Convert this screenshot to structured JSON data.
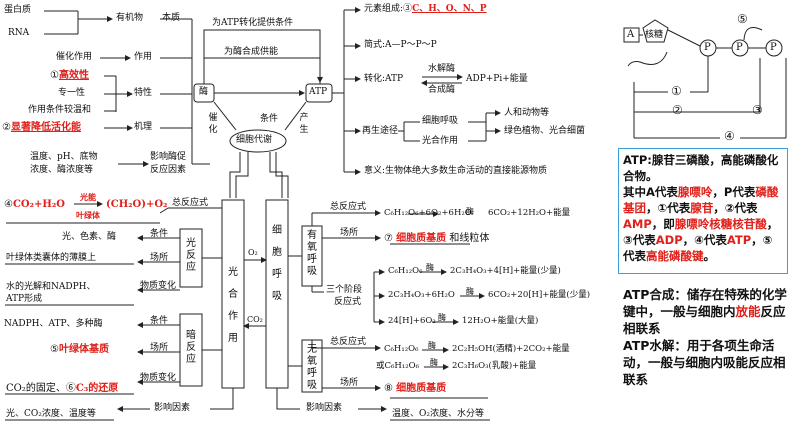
{
  "enzyme": {
    "protein": "蛋白质",
    "rna": "RNA",
    "organic": "有机物",
    "essence": "本质",
    "catalysis": "催化作用",
    "function": "作用",
    "efficient": "高效性",
    "specific": "专一性",
    "mild": "作用条件较温和",
    "feature": "特性",
    "lower_energy": "显著降低活化能",
    "mechanism": "机理",
    "factors1": "温度、pH、底物",
    "factors2": "浓度、酶浓度等",
    "affect1": "影响酶促",
    "affect2": "反应因素",
    "node": "酶",
    "num1": "①",
    "num2": "②"
  },
  "center": {
    "provide_cond": "为ATP转化提供条件",
    "supply_energy": "为酶合成供能",
    "catalyze": "催化",
    "produce": "产生",
    "condition": "条件",
    "metabolism": "细胞代谢"
  },
  "atp": {
    "node": "ATP",
    "elements_label": "元素组成:",
    "elements_num": "③",
    "elements": "C、H、O、N、P",
    "formula_label": "简式:",
    "formula": "A—P～P～P",
    "convert_label": "转化:",
    "convert_left": "ATP",
    "enzyme_hydrolase": "水解酶",
    "enzyme_synthase": "合成酶",
    "convert_right": "ADP+Pi+能量",
    "regen_label": "再生途径",
    "resp": "细胞呼吸",
    "photo": "光合作用",
    "animals": "人和动物等",
    "plants": "绿色植物、光合细菌",
    "meaning": "意义:生物体绝大多数生命活动的直接能源物质"
  },
  "photosynthesis": {
    "total_num": "④",
    "total_eq": "CO₂+H₂O",
    "total_arrow_top": "光能",
    "total_arrow_bottom": "叶绿体",
    "total_product": "(CH₂O)+O₂",
    "total_label": "总反应式",
    "light_cond": "光、色素、酶",
    "cond": "条件",
    "place": "场所",
    "thylakoid": "叶绿体类囊体的薄膜上",
    "water": "水的光解和NADPH、",
    "atp_form": "ATP形成",
    "matter_change": "物质变化",
    "dark_cond": "NADPH、ATP、多种酶",
    "stroma_num": "⑤",
    "stroma": "叶绿体基质",
    "co2_fix": "CO₂的固定、",
    "c3_num": "⑥",
    "c3": "C₃的还原",
    "factors": "光、CO₂浓度、温度等",
    "affect": "影响因素",
    "light_rx": "光反应",
    "dark_rx": "暗反应",
    "main": "光合作用",
    "o2": "O₂",
    "co2": "CO₂"
  },
  "respiration": {
    "main": "细胞呼吸",
    "aerobic": "有氧呼吸",
    "anaerobic": "无氧呼吸",
    "total_label": "总反应式",
    "aerobic_eq": "C₆H₁₂O₆+6O₂+6H₂O",
    "enzyme": "酶",
    "aerobic_prod": "6CO₂+12H₂O+能量",
    "place": "场所",
    "aer_place_num": "⑦",
    "aer_place": "细胞质基质",
    "aer_place_tail": "和线粒体",
    "three_stage": "三个阶段",
    "rx_eq": "反应式",
    "s1_left": "C₆H₁₂O₆",
    "s1_right": "2C₃H₄O₃+4[H]+能量(少量)",
    "s2_left": "2C₃H₄O₃+6H₂O",
    "s2_right": "6CO₂+20[H]+能量(少量)",
    "s3_left": "24[H]+6O₂",
    "s3_right": "12H₂O+能量(大量)",
    "an_left": "C₆H₁₂O₆",
    "an_right1": "2C₂H₅OH(酒精)+2CO₂+能量",
    "an_or": "或C₆H₁₂O₆",
    "an_right2": "2C₃H₆O₃(乳酸)+能量",
    "an_place_num": "⑧",
    "an_place": "细胞质基质",
    "affect": "影响因素",
    "factors": "温度、O₂浓度、水分等"
  },
  "atp_structure": {
    "a": "A",
    "sugar": "核糖",
    "p": "P",
    "n1": "①",
    "n2": "②",
    "n3": "③",
    "n4": "④",
    "n5": "⑤"
  },
  "info1": {
    "l1": "ATP:腺苷三磷酸，高能磷酸化合物。",
    "l2a": "其中A代表",
    "l2b": "腺嘌呤",
    "l2c": "，P代表",
    "l2d": "磷酸基团",
    "l2e": "，①代表",
    "l2f": "腺苷",
    "l2g": "，②代表",
    "l2h": "AMP",
    "l2i": "，即",
    "l2j": "腺嘌呤核糖核苷酸",
    "l2k": "，③代表",
    "l2l": "ADP",
    "l2m": "，④代表",
    "l2n": "ATP",
    "l2o": "，⑤代表",
    "l2p": "高能磷酸键",
    "l2q": "。"
  },
  "info2": {
    "a1": "ATP合成：储存在特殊的化学键中，一般与细胞内",
    "a2": "放能",
    "a3": "反应相联系",
    "b1": "ATP水解：用于各项生命活动，一般与细胞内吸能反应相联系"
  },
  "colors": {
    "red": "#e0201b",
    "blue_border": "#39a0d8",
    "line": "#222222"
  }
}
